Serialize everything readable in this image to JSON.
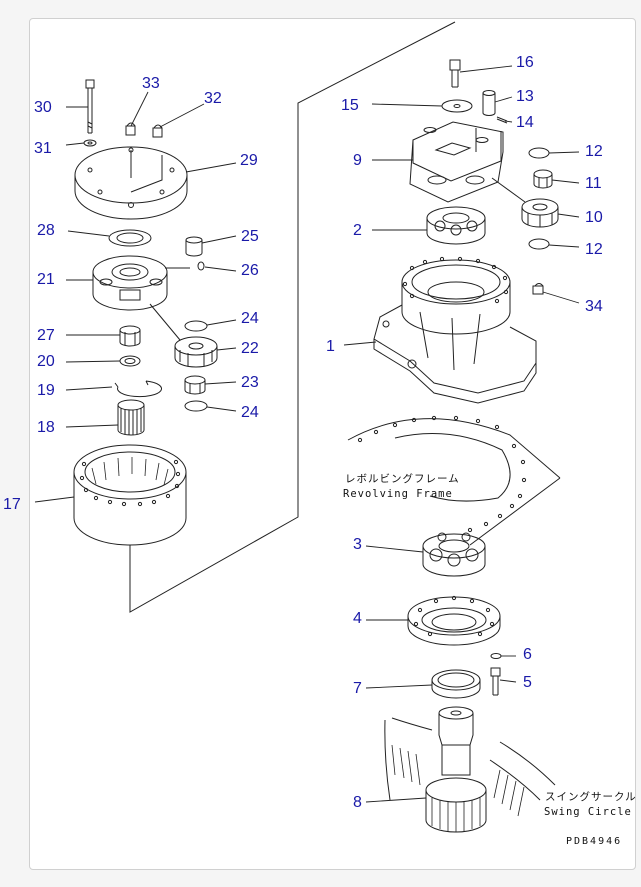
{
  "drawing": {
    "code": "PDB4946",
    "annotations": {
      "revolving_frame_jp": "レボルビングフレーム",
      "revolving_frame_en": "Revolving Frame",
      "swing_circle_jp": "スイングサークル",
      "swing_circle_en": "Swing Circle"
    },
    "callouts": [
      {
        "id": "c30",
        "text": "30"
      },
      {
        "id": "c33",
        "text": "33"
      },
      {
        "id": "c32",
        "text": "32"
      },
      {
        "id": "c31",
        "text": "31"
      },
      {
        "id": "c29",
        "text": "29"
      },
      {
        "id": "c28",
        "text": "28"
      },
      {
        "id": "c25",
        "text": "25"
      },
      {
        "id": "c21",
        "text": "21"
      },
      {
        "id": "c26",
        "text": "26"
      },
      {
        "id": "c24a",
        "text": "24"
      },
      {
        "id": "c27",
        "text": "27"
      },
      {
        "id": "c22",
        "text": "22"
      },
      {
        "id": "c20",
        "text": "20"
      },
      {
        "id": "c23",
        "text": "23"
      },
      {
        "id": "c19",
        "text": "19"
      },
      {
        "id": "c24b",
        "text": "24"
      },
      {
        "id": "c18",
        "text": "18"
      },
      {
        "id": "c17",
        "text": "17"
      },
      {
        "id": "c16",
        "text": "16"
      },
      {
        "id": "c15",
        "text": "15"
      },
      {
        "id": "c13",
        "text": "13"
      },
      {
        "id": "c14",
        "text": "14"
      },
      {
        "id": "c9",
        "text": "9"
      },
      {
        "id": "c12a",
        "text": "12"
      },
      {
        "id": "c11",
        "text": "11"
      },
      {
        "id": "c2",
        "text": "2"
      },
      {
        "id": "c10",
        "text": "10"
      },
      {
        "id": "c12b",
        "text": "12"
      },
      {
        "id": "c34",
        "text": "34"
      },
      {
        "id": "c1",
        "text": "1"
      },
      {
        "id": "c3",
        "text": "3"
      },
      {
        "id": "c4",
        "text": "4"
      },
      {
        "id": "c6",
        "text": "6"
      },
      {
        "id": "c7",
        "text": "7"
      },
      {
        "id": "c5",
        "text": "5"
      },
      {
        "id": "c8",
        "text": "8"
      }
    ]
  }
}
